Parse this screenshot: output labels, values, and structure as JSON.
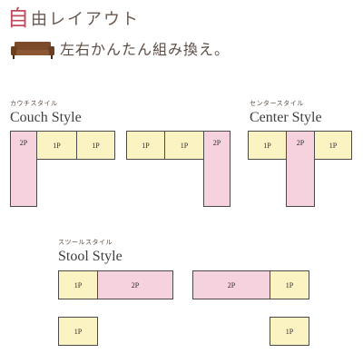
{
  "header": {
    "title_first": "自",
    "title_rest": "由レイアウト",
    "subtitle": "左右かんたん組み換え。"
  },
  "colors": {
    "accent": "#c24a5c",
    "sofa": "#7a4a2a",
    "one_seat": "#fbf3c2",
    "two_seat": "#f6d2de"
  },
  "sections": {
    "couch": {
      "kana": "カウチスタイル",
      "name": "Couch Style"
    },
    "center": {
      "kana": "センタースタイル",
      "name": "Center Style"
    },
    "stool": {
      "kana": "スツールスタイル",
      "name": "Stool Style"
    }
  },
  "seats": {
    "one": "1P",
    "two": "2P"
  }
}
